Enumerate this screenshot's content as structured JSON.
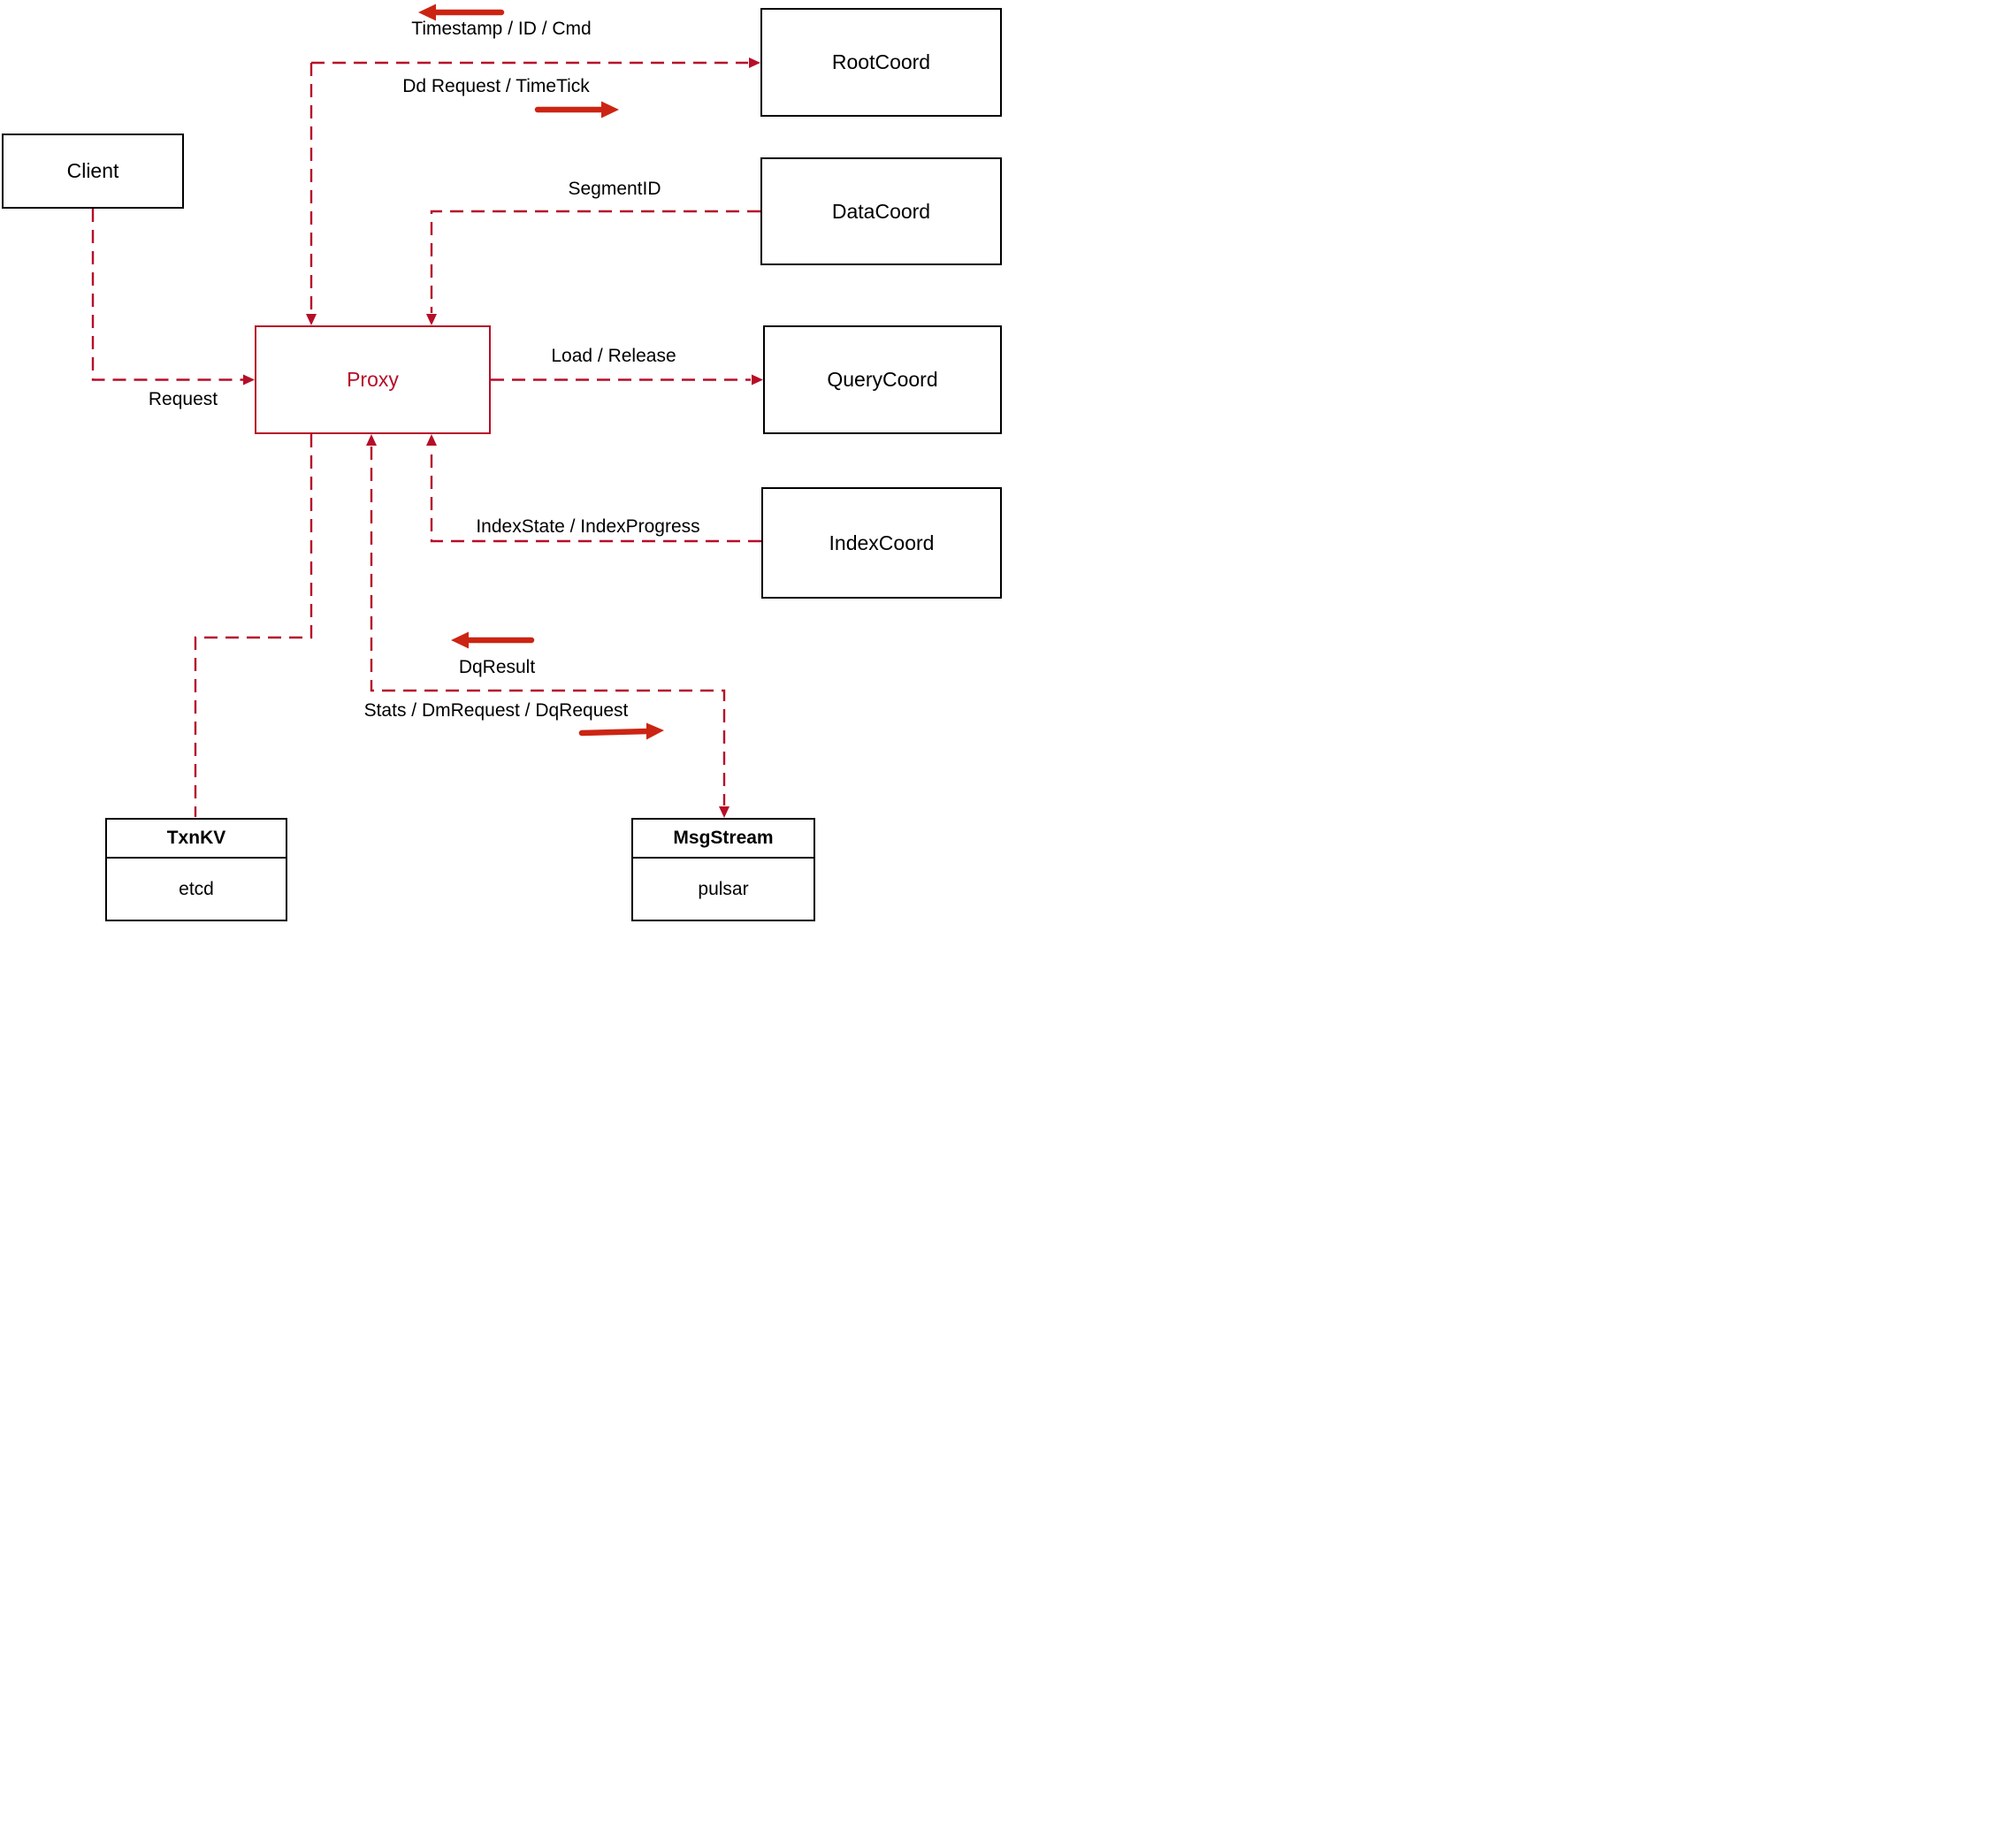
{
  "nodes": {
    "client": {
      "label": "Client"
    },
    "proxy": {
      "label": "Proxy"
    },
    "rootCoord": {
      "label": "RootCoord"
    },
    "dataCoord": {
      "label": "DataCoord"
    },
    "queryCoord": {
      "label": "QueryCoord"
    },
    "indexCoord": {
      "label": "IndexCoord"
    },
    "txnKV": {
      "title": "TxnKV",
      "subtitle": "etcd"
    },
    "msgStream": {
      "title": "MsgStream",
      "subtitle": "pulsar"
    }
  },
  "edges": {
    "client_to_proxy": {
      "label": "Request"
    },
    "proxy_rootcoord": {
      "label_return": "Timestamp / ID / Cmd",
      "label_send": "Dd Request / TimeTick"
    },
    "datacoord_to_proxy": {
      "label": "SegmentID"
    },
    "proxy_to_querycoord": {
      "label": "Load / Release"
    },
    "indexcoord_to_proxy": {
      "label": "IndexState / IndexProgress"
    },
    "proxy_msgstream": {
      "label_return": "DqResult",
      "label_send": "Stats / DmRequest / DqRequest"
    },
    "proxy_to_txnkv": {
      "label": ""
    }
  },
  "icons": {
    "arrow_left": "direction: toward Proxy (reply)",
    "arrow_right": "direction: away from Proxy (send)"
  },
  "colors": {
    "line": "#b70d28",
    "arrow": "#cc2413",
    "border": "#000000",
    "text": "#000000"
  }
}
